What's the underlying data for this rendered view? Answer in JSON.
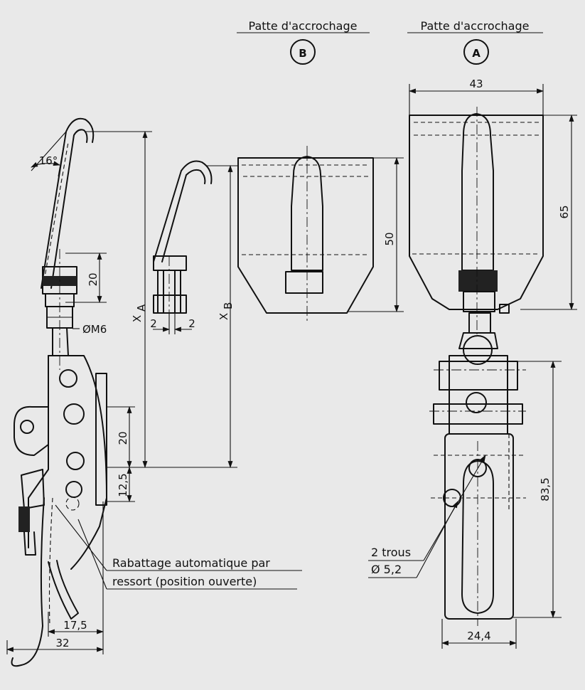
{
  "headers": {
    "b_title": "Patte d'accrochage",
    "b_letter": "B",
    "a_title": "Patte d'accrochage",
    "a_letter": "A"
  },
  "dims": {
    "angle": "16°",
    "d20_top": "20",
    "thread": "ØM6",
    "xa": "X",
    "xa_sub": "A",
    "gap_left": "2",
    "gap_right": "2",
    "xb": "X",
    "xb_sub": "B",
    "d20_mid": "20",
    "d12_5": "12,5",
    "d50": "50",
    "d43": "43",
    "d65": "65",
    "d83_5": "83,5",
    "d17_5": "17,5",
    "d32": "32",
    "d24_4": "24,4"
  },
  "notes": {
    "spring_line1": "Rabattage automatique par",
    "spring_line2": "ressort  (position ouverte)",
    "holes_line1": "2 trous",
    "holes_line2": "Ø 5,2"
  }
}
